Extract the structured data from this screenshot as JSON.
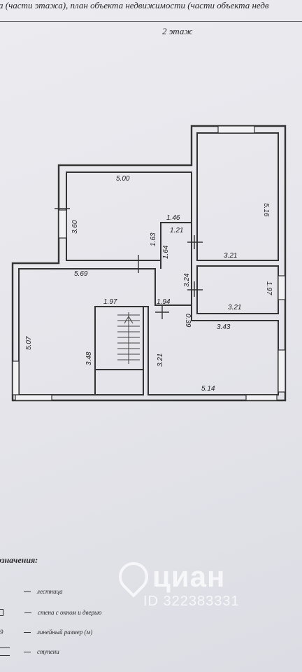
{
  "header": {
    "text": "а (части этажа), план объекта недвижимости (части объекта недв",
    "floor_title": "2 этаж"
  },
  "dimensions": {
    "top_left_room_width": "5.00",
    "top_left_room_height": "3.60",
    "top_right_room_height": "5.16",
    "top_right_room_width": "3.21",
    "corridor_top": "1.46",
    "corridor_short": "1.21",
    "corridor_height_a": "1.63",
    "corridor_height_b": "1.64",
    "big_left_room_width": "5.69",
    "small_right_room_height": "3.24",
    "small_right_room_height_right": "1.97",
    "small_right_room_width": "3.21",
    "stair_width": "1.97",
    "hall_width": "1.94",
    "gap_height": "0.39",
    "bottom_right_room_width_top": "3.43",
    "left_wall_height": "5.07",
    "stair_height": "3.48",
    "bottom_right_room_height": "3.21",
    "bottom_right_room_width_bottom": "5.14"
  },
  "legend": {
    "title": "означения:",
    "items": [
      {
        "label": "лестница"
      },
      {
        "label": "стена с окном и дверью"
      },
      {
        "label": "линейный размер (м)",
        "mark": "9"
      },
      {
        "label": "ступени"
      }
    ]
  },
  "watermark": {
    "brand": "циан",
    "id": "ID 322383331"
  }
}
